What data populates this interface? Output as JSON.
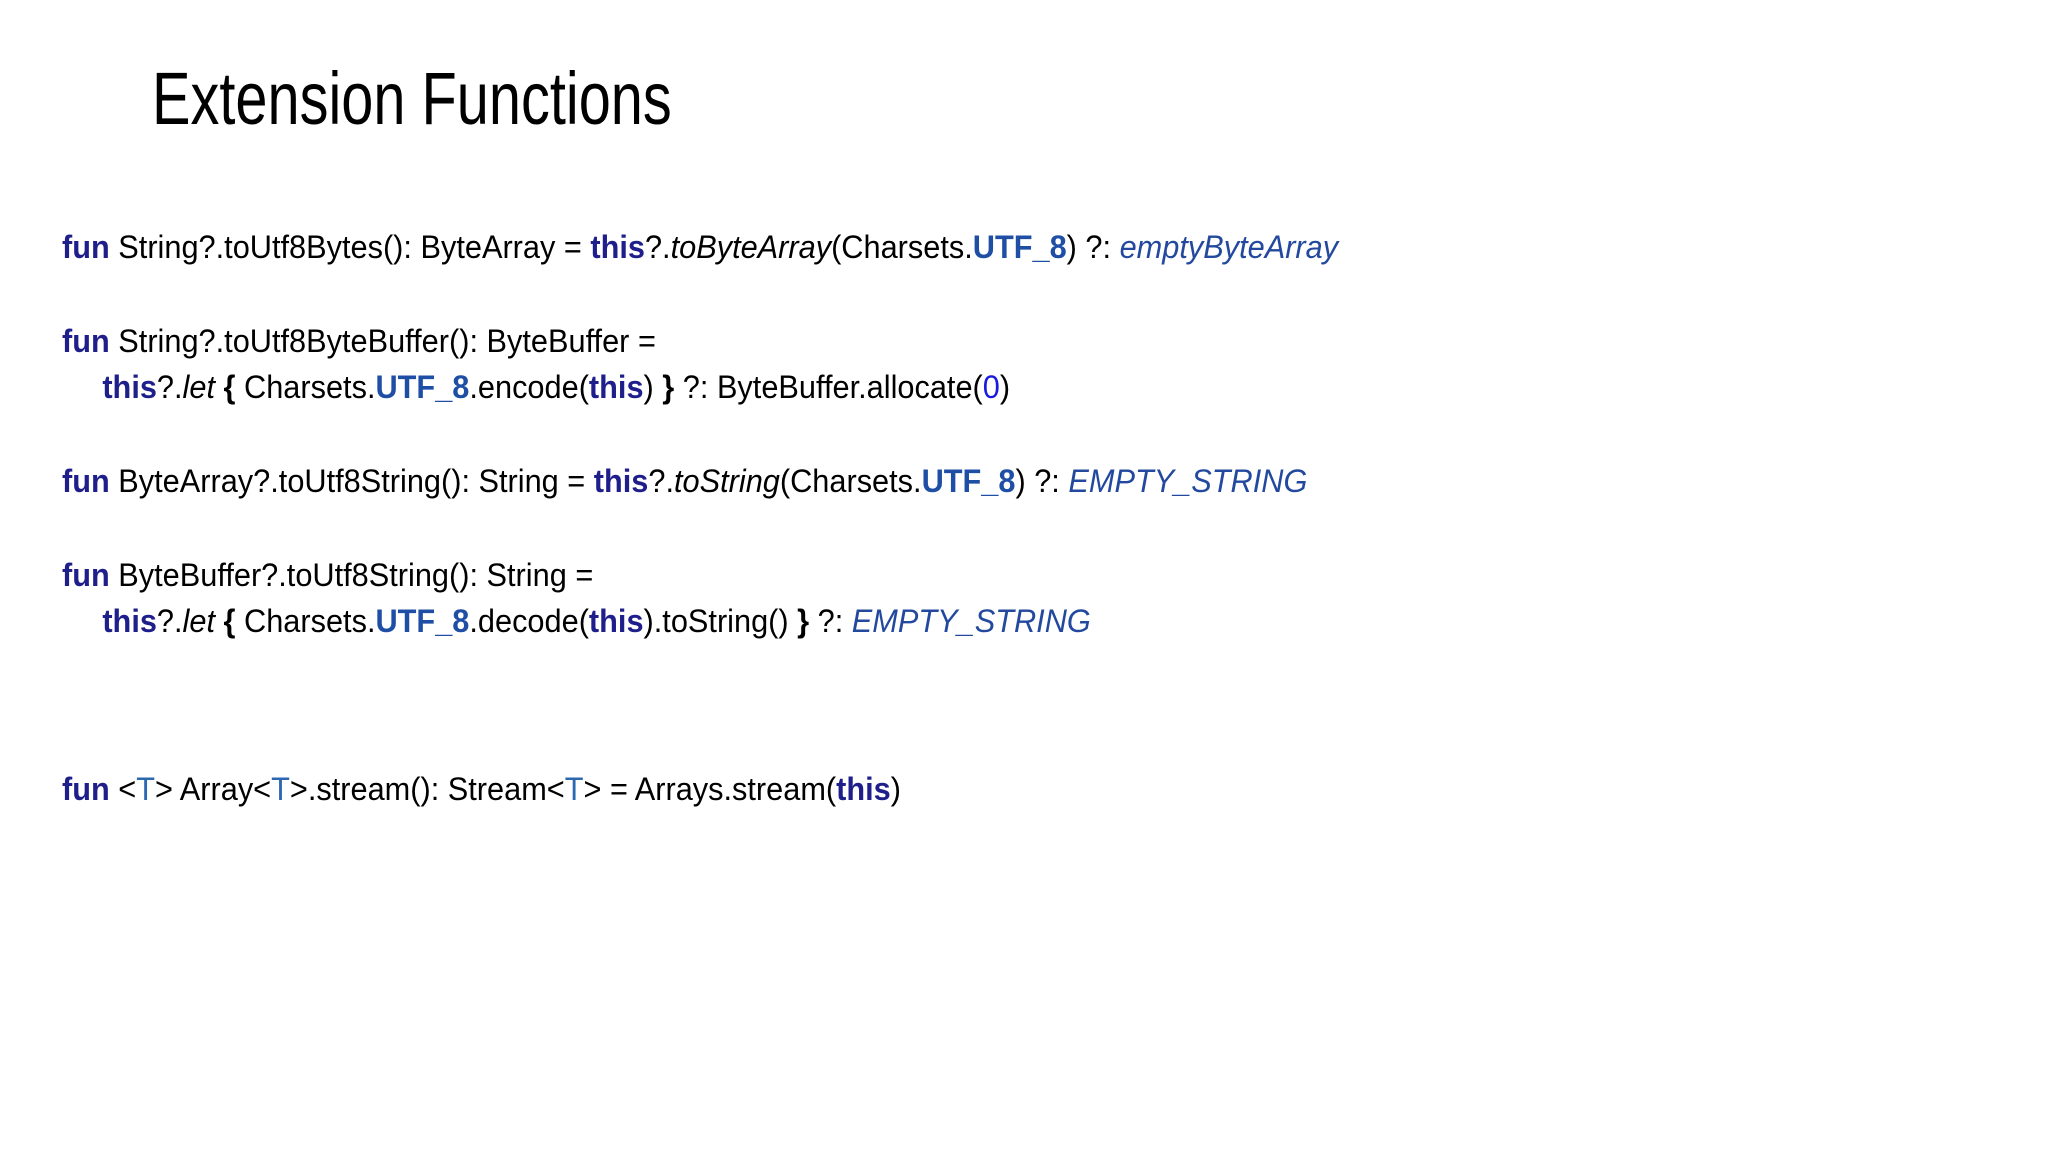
{
  "slide": {
    "title": "Extension Functions",
    "background_color": "#ffffff"
  },
  "colors": {
    "keyword": "#1F1F8C",
    "constant": "#1F4FA5",
    "italic_identifier": "#22499E",
    "number": "#1a1ae0",
    "generic_type": "#2C68B0",
    "text": "#000000"
  },
  "code": {
    "blocks": [
      {
        "id": "to-utf8-bytes",
        "lines": [
          {
            "indent": false,
            "tokens": [
              {
                "t": "fun",
                "k": "kw"
              },
              {
                "t": " String?.toUtf8Bytes(): ByteArray = ",
                "k": "plain"
              },
              {
                "t": "this",
                "k": "kw"
              },
              {
                "t": "?.",
                "k": "plain"
              },
              {
                "t": "toByteArray",
                "k": "fn-ital"
              },
              {
                "t": "(Charsets.",
                "k": "plain"
              },
              {
                "t": "UTF_8",
                "k": "const"
              },
              {
                "t": ") ?: ",
                "k": "plain"
              },
              {
                "t": "emptyByteArray",
                "k": "ital-id"
              }
            ]
          }
        ]
      },
      {
        "id": "to-utf8-byte-buffer",
        "lines": [
          {
            "indent": false,
            "tokens": [
              {
                "t": "fun",
                "k": "kw"
              },
              {
                "t": " String?.toUtf8ByteBuffer(): ByteBuffer =",
                "k": "plain"
              }
            ]
          },
          {
            "indent": true,
            "tokens": [
              {
                "t": "this",
                "k": "kw"
              },
              {
                "t": "?.",
                "k": "plain"
              },
              {
                "t": "let",
                "k": "fn-ital"
              },
              {
                "t": " ",
                "k": "plain"
              },
              {
                "t": "{",
                "k": "brace"
              },
              {
                "t": " Charsets.",
                "k": "plain"
              },
              {
                "t": "UTF_8",
                "k": "const"
              },
              {
                "t": ".encode(",
                "k": "plain"
              },
              {
                "t": "this",
                "k": "kw"
              },
              {
                "t": ") ",
                "k": "plain"
              },
              {
                "t": "}",
                "k": "brace"
              },
              {
                "t": " ?: ByteBuffer.allocate(",
                "k": "plain"
              },
              {
                "t": "0",
                "k": "num"
              },
              {
                "t": ")",
                "k": "plain"
              }
            ]
          }
        ]
      },
      {
        "id": "bytearray-to-utf8-string",
        "lines": [
          {
            "indent": false,
            "tokens": [
              {
                "t": "fun",
                "k": "kw"
              },
              {
                "t": " ByteArray?.toUtf8String(): String = ",
                "k": "plain"
              },
              {
                "t": "this",
                "k": "kw"
              },
              {
                "t": "?.",
                "k": "plain"
              },
              {
                "t": "toString",
                "k": "fn-ital"
              },
              {
                "t": "(Charsets.",
                "k": "plain"
              },
              {
                "t": "UTF_8",
                "k": "const"
              },
              {
                "t": ") ?: ",
                "k": "plain"
              },
              {
                "t": "EMPTY_STRING",
                "k": "ital-id"
              }
            ]
          }
        ]
      },
      {
        "id": "bytebuffer-to-utf8-string",
        "lines": [
          {
            "indent": false,
            "tokens": [
              {
                "t": "fun",
                "k": "kw"
              },
              {
                "t": " ByteBuffer?.toUtf8String(): String =",
                "k": "plain"
              }
            ]
          },
          {
            "indent": true,
            "tokens": [
              {
                "t": "this",
                "k": "kw"
              },
              {
                "t": "?.",
                "k": "plain"
              },
              {
                "t": "let",
                "k": "fn-ital"
              },
              {
                "t": " ",
                "k": "plain"
              },
              {
                "t": "{",
                "k": "brace"
              },
              {
                "t": " Charsets.",
                "k": "plain"
              },
              {
                "t": "UTF_8",
                "k": "const"
              },
              {
                "t": ".decode(",
                "k": "plain"
              },
              {
                "t": "this",
                "k": "kw"
              },
              {
                "t": ").toString() ",
                "k": "plain"
              },
              {
                "t": "}",
                "k": "brace"
              },
              {
                "t": " ?: ",
                "k": "plain"
              },
              {
                "t": "EMPTY_STRING",
                "k": "ital-id"
              }
            ]
          }
        ]
      },
      {
        "id": "array-stream",
        "blank_before": true,
        "lines": [
          {
            "indent": false,
            "tokens": [
              {
                "t": "fun",
                "k": "kw"
              },
              {
                "t": " <",
                "k": "plain"
              },
              {
                "t": "T",
                "k": "generic"
              },
              {
                "t": "> Array<",
                "k": "plain"
              },
              {
                "t": "T",
                "k": "generic"
              },
              {
                "t": ">.stream(): Stream<",
                "k": "plain"
              },
              {
                "t": "T",
                "k": "generic"
              },
              {
                "t": "> = Arrays.stream(",
                "k": "plain"
              },
              {
                "t": "this",
                "k": "kw"
              },
              {
                "t": ")",
                "k": "plain"
              }
            ]
          }
        ]
      }
    ]
  }
}
